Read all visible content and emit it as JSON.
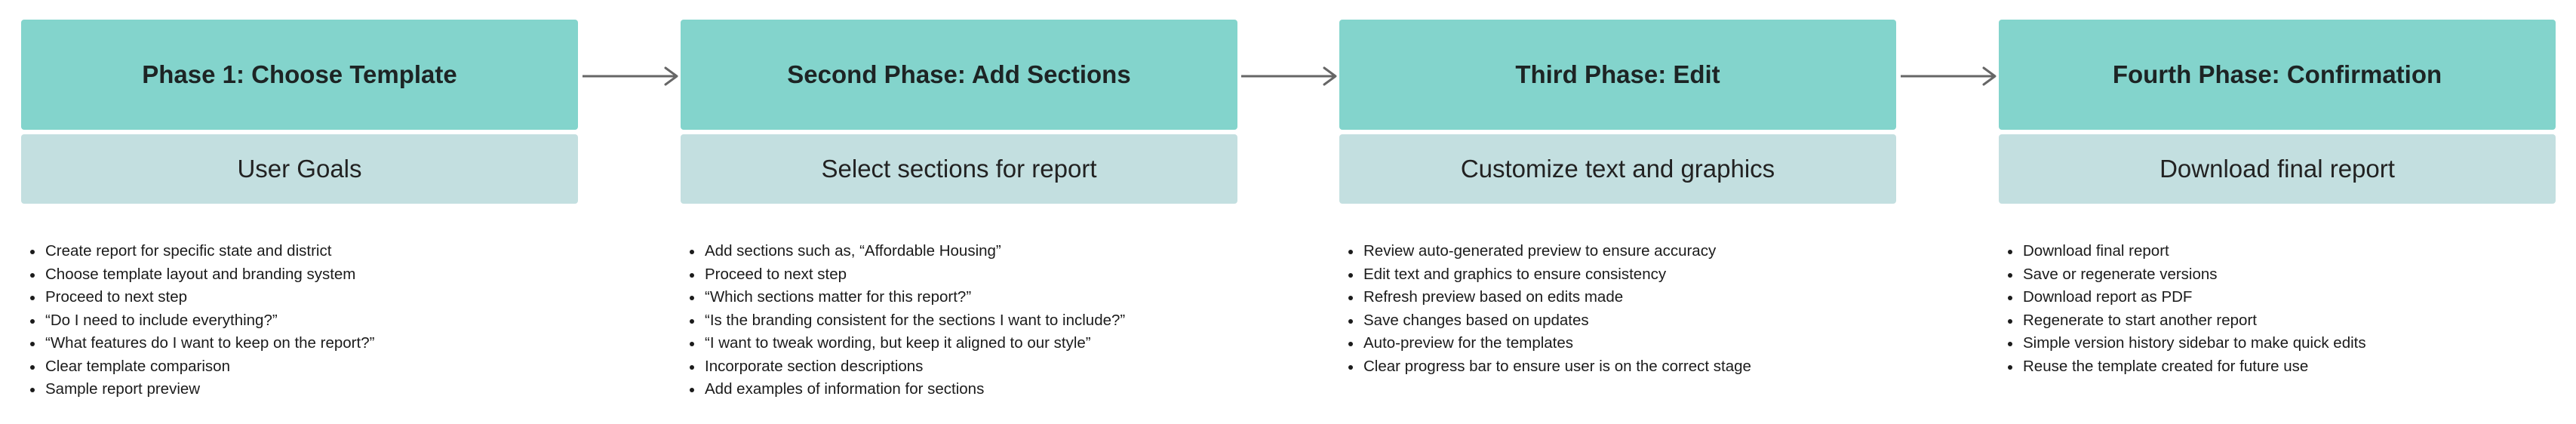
{
  "phases": [
    {
      "title": "Phase 1: Choose Template",
      "goal": "User Goals",
      "items": [
        "Create report for specific state and district",
        "Choose template layout and branding system",
        "Proceed to next step",
        "“Do I need to include everything?”",
        "“What features do I want to keep on the report?”",
        "Clear template comparison",
        "Sample report preview"
      ]
    },
    {
      "title": "Second Phase: Add Sections",
      "goal": "Select sections for report",
      "items": [
        "Add sections such as, “Affordable Housing”",
        "Proceed to next step",
        "“Which sections matter for this report?”",
        "“Is the branding consistent for the sections I want to include?”",
        "“I want to tweak wording, but keep it aligned to our style”",
        "Incorporate section descriptions",
        "Add examples of information for sections"
      ]
    },
    {
      "title": "Third Phase: Edit",
      "goal": "Customize text and graphics",
      "items": [
        "Review auto-generated preview to ensure accuracy",
        "Edit text and graphics to ensure consistency",
        "Refresh preview based on edits made",
        "Save changes based on updates",
        "Auto-preview for the templates",
        "Clear progress bar to ensure user is on the correct stage"
      ]
    },
    {
      "title": "Fourth Phase: Confirmation",
      "goal": "Download final report",
      "items": [
        "Download final report",
        "Save or regenerate versions",
        "Download report as PDF",
        "Regenerate to start another report",
        "Simple version history sidebar to make quick edits",
        "Reuse the template created for future use"
      ]
    }
  ],
  "colors": {
    "header_bg": "#83d4cc",
    "goal_bg": "#c3dfe0",
    "arrow": "#666666"
  }
}
